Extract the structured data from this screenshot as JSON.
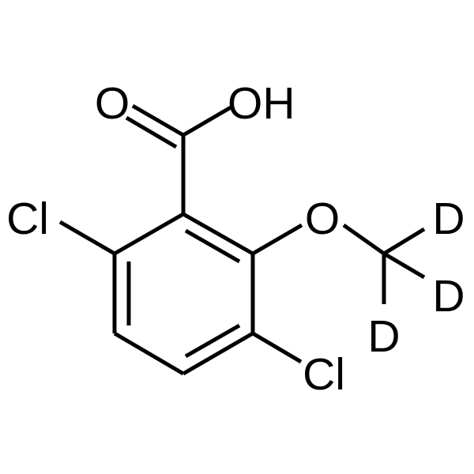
{
  "colors": {
    "background": "#ffffff",
    "ink": "#000000"
  },
  "atoms": {
    "carbonyl_oxygen": "O",
    "hydroxyl": "OH",
    "chlorine_left": "Cl",
    "chlorine_right": "Cl",
    "ether_oxygen": "O",
    "deuterium_1": "D",
    "deuterium_2": "D",
    "deuterium_3": "D"
  }
}
